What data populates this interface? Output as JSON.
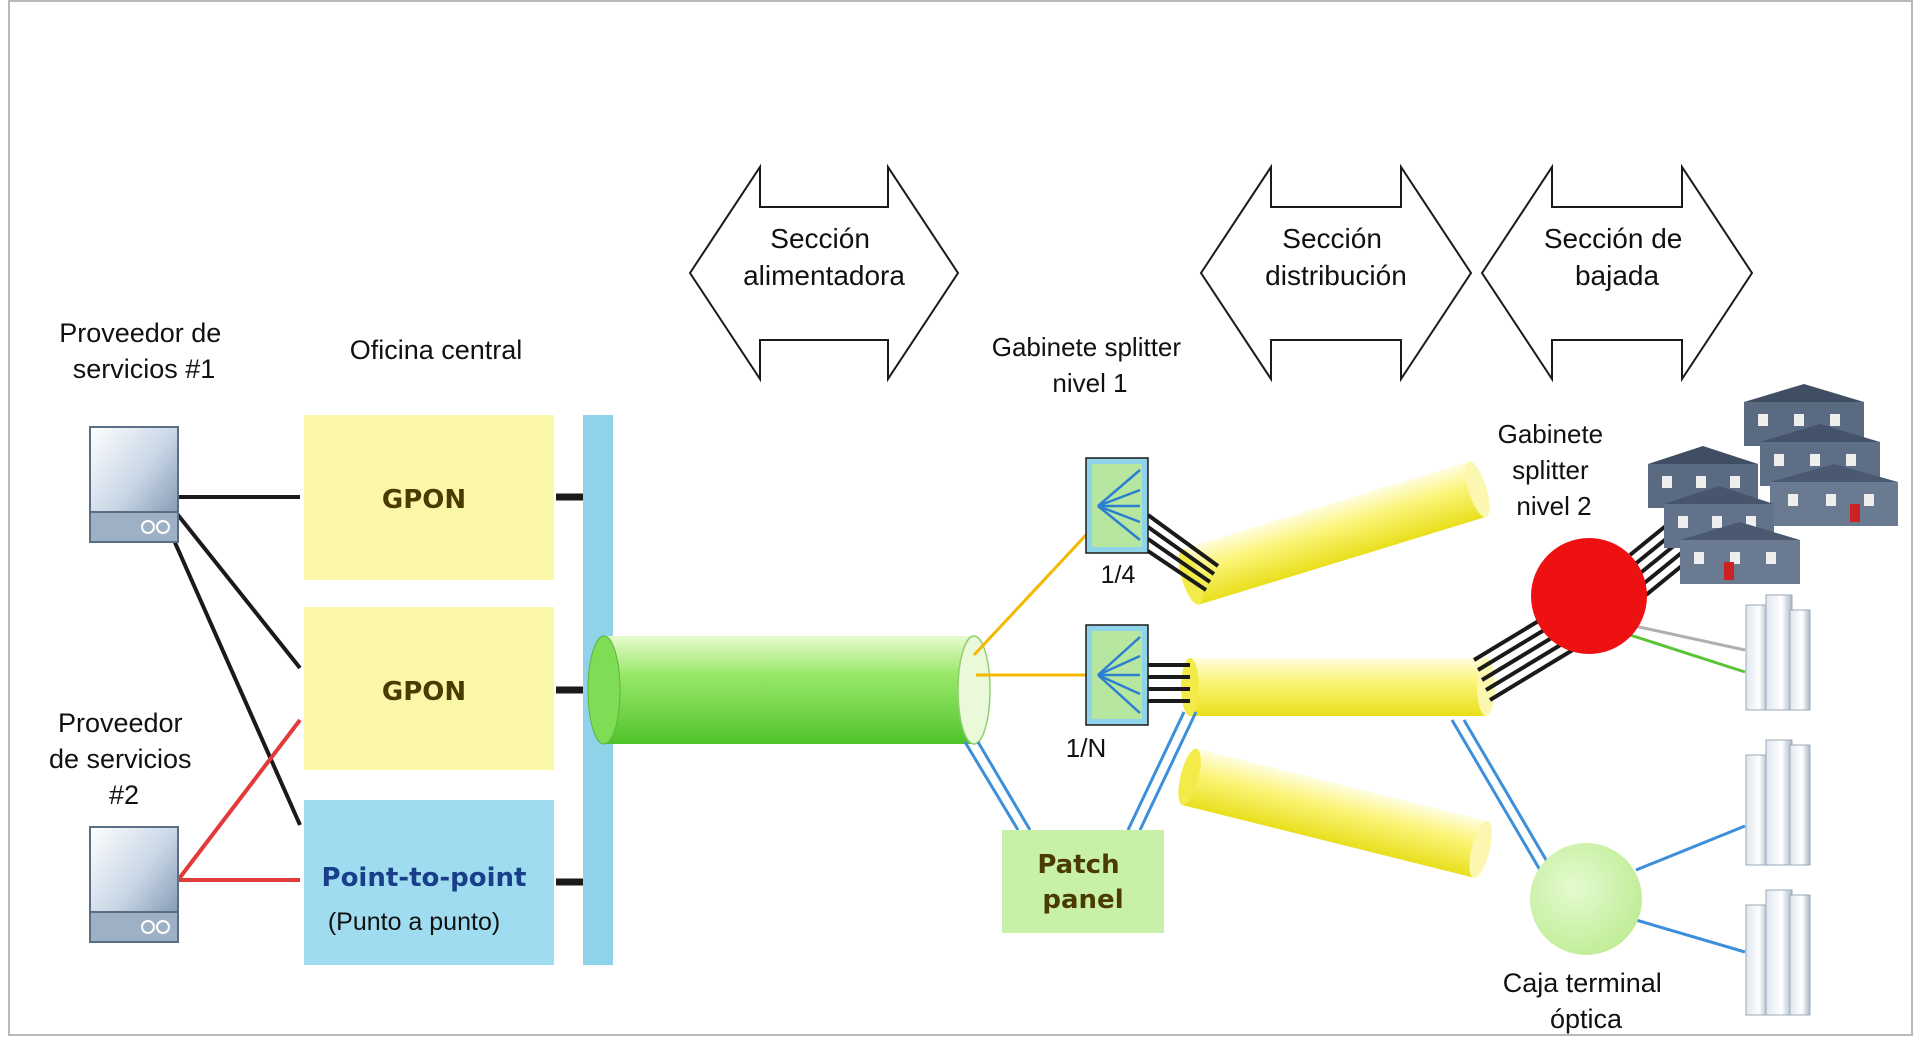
{
  "labels": {
    "provider1": [
      "Proveedor de",
      "servicios #1"
    ],
    "provider2": [
      "Proveedor",
      "de servicios",
      "#2"
    ],
    "central_office": "Oficina central",
    "gpon_1": "GPON",
    "gpon_2": "GPON",
    "p2p_line1": "Point-to-point",
    "p2p_line2": "(Punto a punto)",
    "feeder_section": [
      "Sección",
      "alimentadora"
    ],
    "distribution_section": [
      "Sección",
      "distribución"
    ],
    "drop_section": [
      "Sección de",
      "bajada"
    ],
    "splitter_l1": [
      "Gabinete splitter",
      "nivel 1"
    ],
    "splitter_l2": [
      "Gabinete",
      "splitter",
      "nivel 2"
    ],
    "ratio_1_4": "1/4",
    "ratio_1_n": "1/N",
    "patch_panel": [
      "Patch",
      "panel"
    ],
    "terminal_box": [
      "Caja terminal",
      "óptica"
    ]
  },
  "colors": {
    "gpon_box": "#fbf7a8",
    "p2p_box": "#9fdcef",
    "backbone_bar": "#8fd3ea",
    "feeder_cable": "#7fe060",
    "distribution_cable": "#f5f050",
    "patch_panel": "#c9f0a8",
    "splitter_l2": "#ee1111",
    "terminal_box": "#c8f0a4",
    "link_black": "#1a1a1a",
    "link_red": "#e23a3a",
    "link_orange": "#f5b800",
    "link_blue": "#3d8fd9",
    "link_green": "#5bc33a"
  }
}
